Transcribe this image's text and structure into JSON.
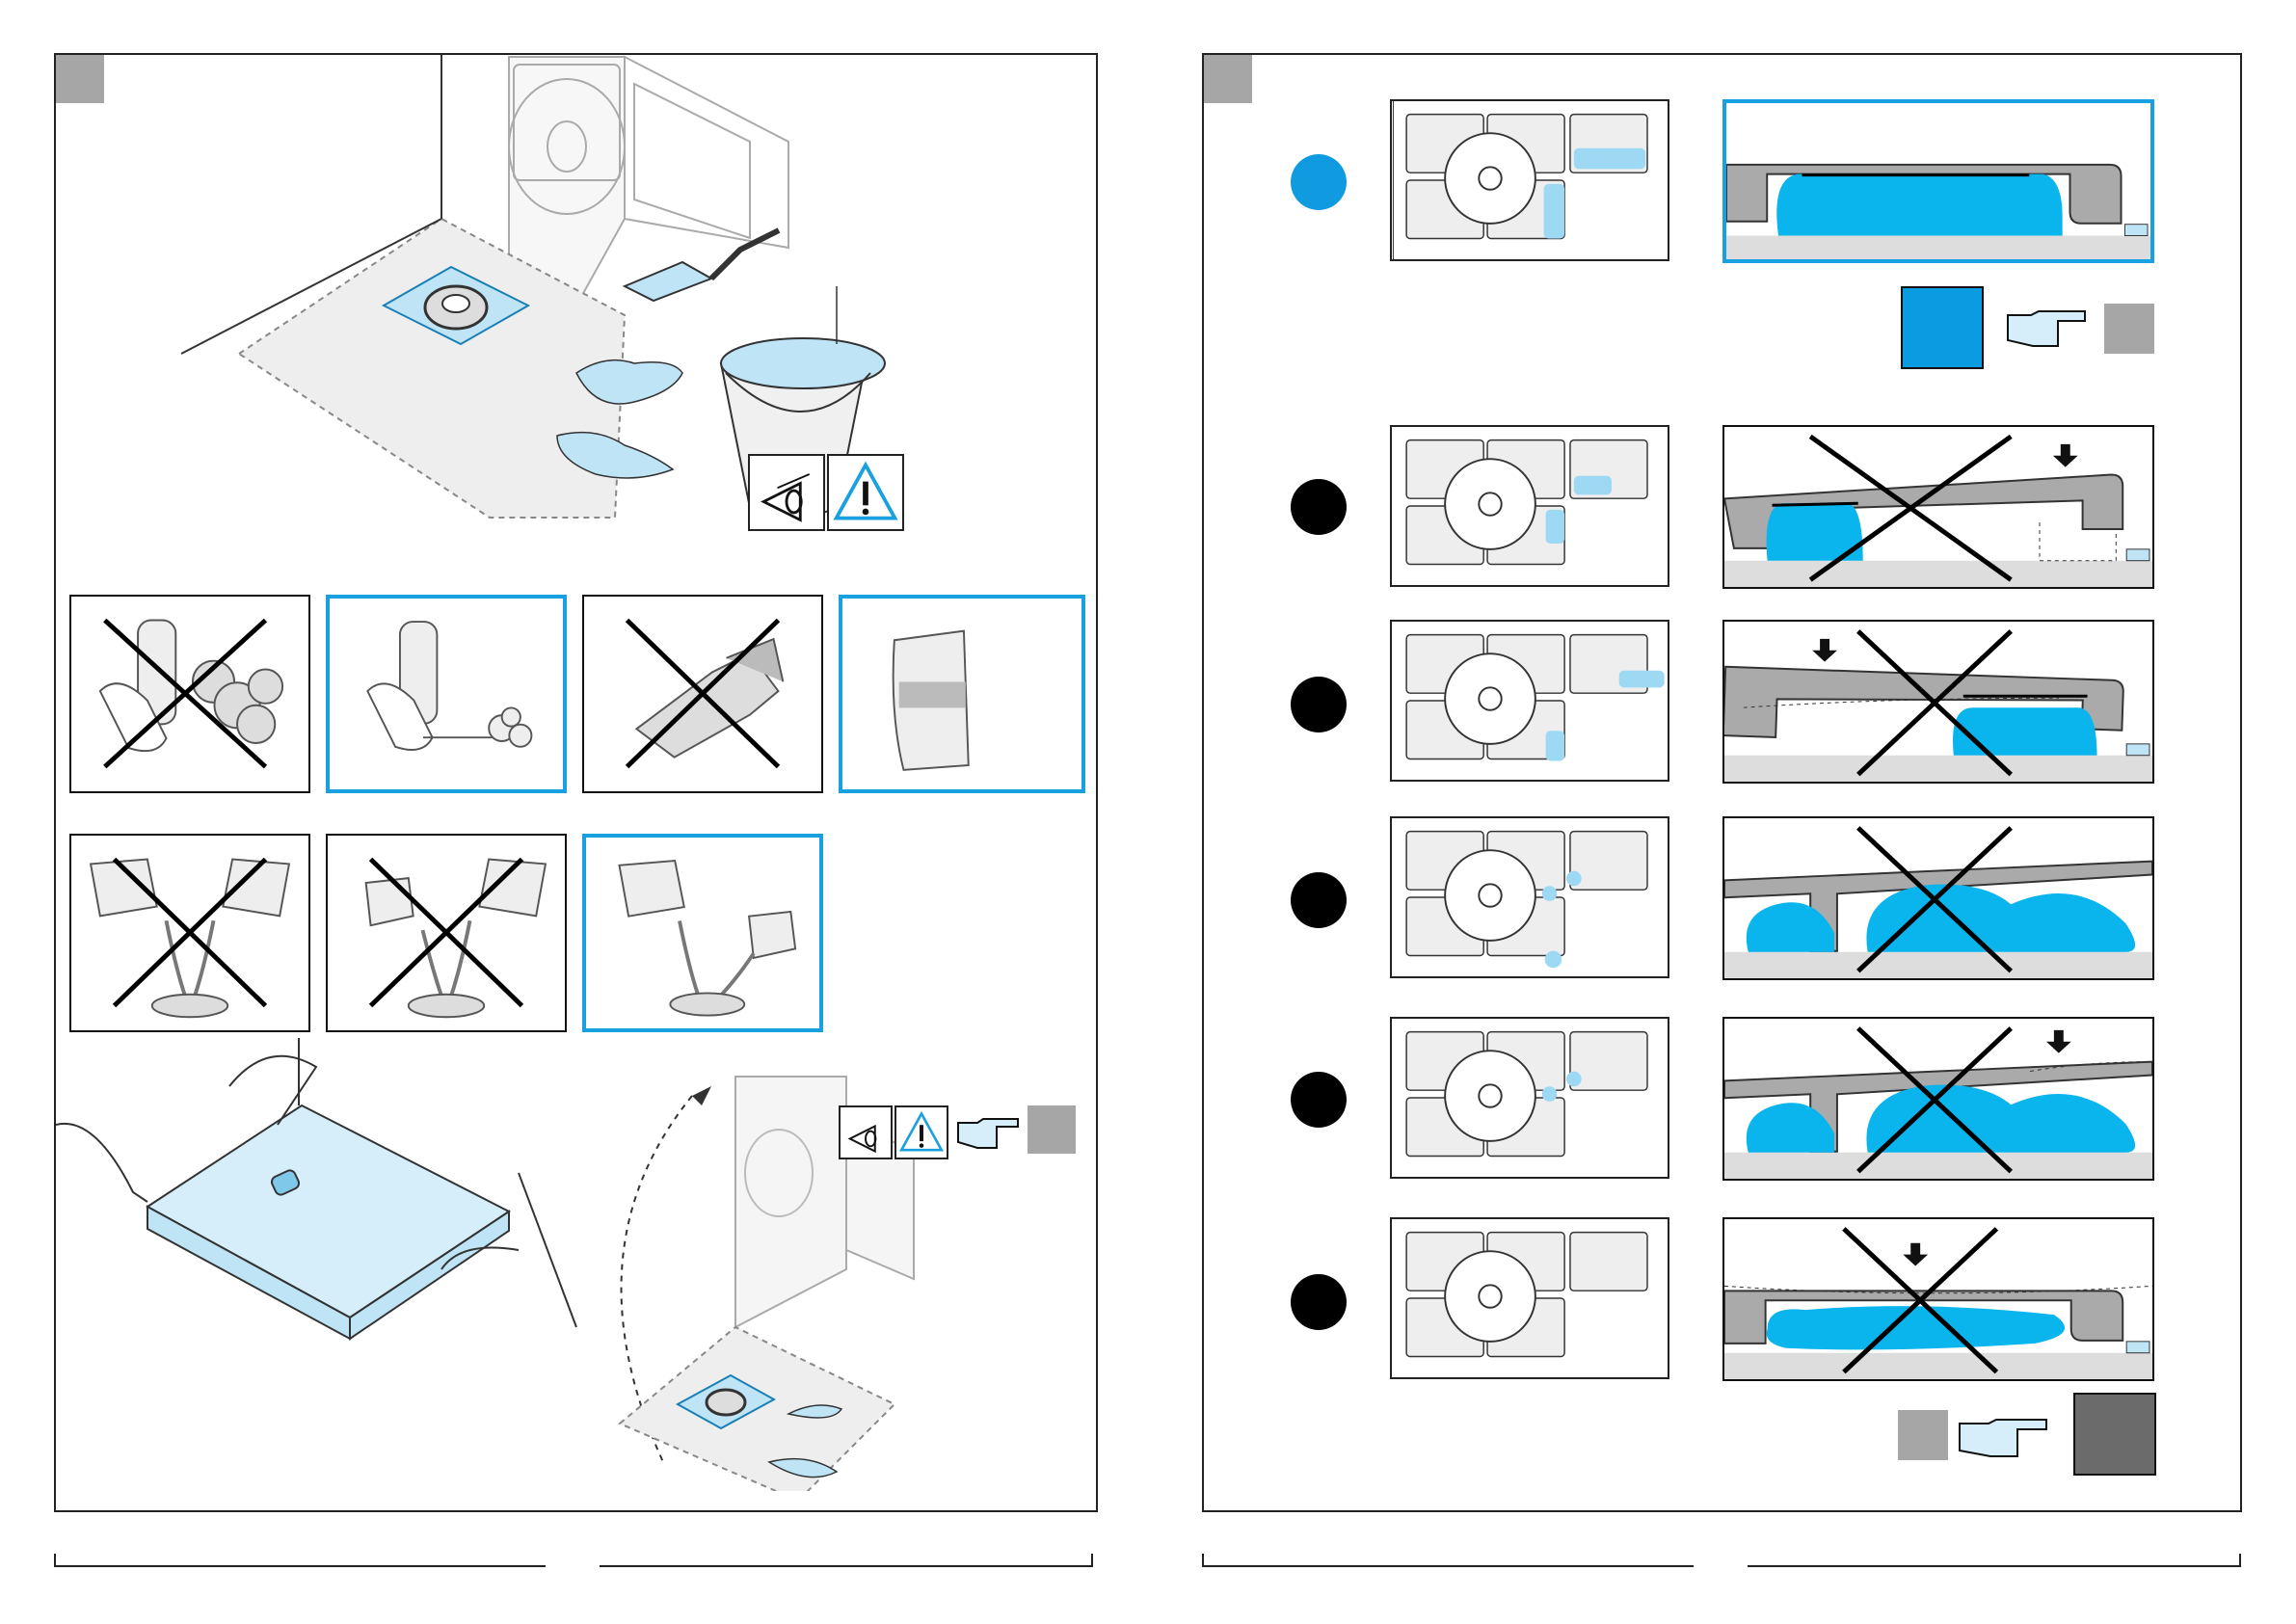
{
  "colors": {
    "accent_blue": "#18a0e0",
    "mortar_blue": "#0ab4ec",
    "pale_blue": "#bfe4f6",
    "corner_grey": "#a6a6a6",
    "dark_grey": "#6b6b6b",
    "black": "#000000"
  },
  "icons": {
    "eye": "eye-inspect-icon",
    "warning": "warning-triangle-icon",
    "pointing_hand": "pointing-hand-icon",
    "cross": "cross-out-icon"
  },
  "left_page": {
    "panels_row1": [
      "cross",
      "ok",
      "cross",
      "ok"
    ],
    "panels_row2": [
      "cross",
      "cross",
      "ok"
    ]
  },
  "right_page": {
    "rows": [
      "correct",
      "wrong",
      "wrong",
      "wrong",
      "wrong",
      "wrong"
    ]
  }
}
